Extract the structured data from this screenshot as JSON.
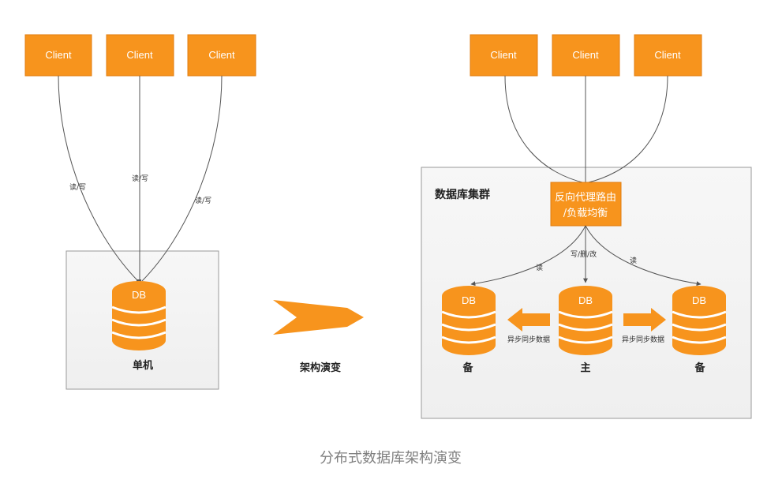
{
  "left": {
    "clients": [
      "Client",
      "Client",
      "Client"
    ],
    "edges": [
      "读/写",
      "读/写",
      "读/写"
    ],
    "db_label": "DB",
    "box_label": "单机"
  },
  "transition": {
    "label": "架构演变"
  },
  "right": {
    "clients": [
      "Client",
      "Client",
      "Client"
    ],
    "cluster_title": "数据库集群",
    "proxy_line1": "反向代理路由",
    "proxy_line2": "/负载均衡",
    "edge_read_left": "读",
    "edge_write": "写/删/改",
    "edge_read_right": "读",
    "db_labels": [
      "DB",
      "DB",
      "DB"
    ],
    "sync_left": "异步同步数据",
    "sync_right": "异步同步数据",
    "role_left": "备",
    "role_master": "主",
    "role_right": "备"
  },
  "caption": "分布式数据库架构演变",
  "colors": {
    "orange": "#F7941D",
    "orange_dark": "#E07D10",
    "box_border": "#9a9a9a",
    "box_fill": "#f4f4f4",
    "line": "#555555"
  }
}
